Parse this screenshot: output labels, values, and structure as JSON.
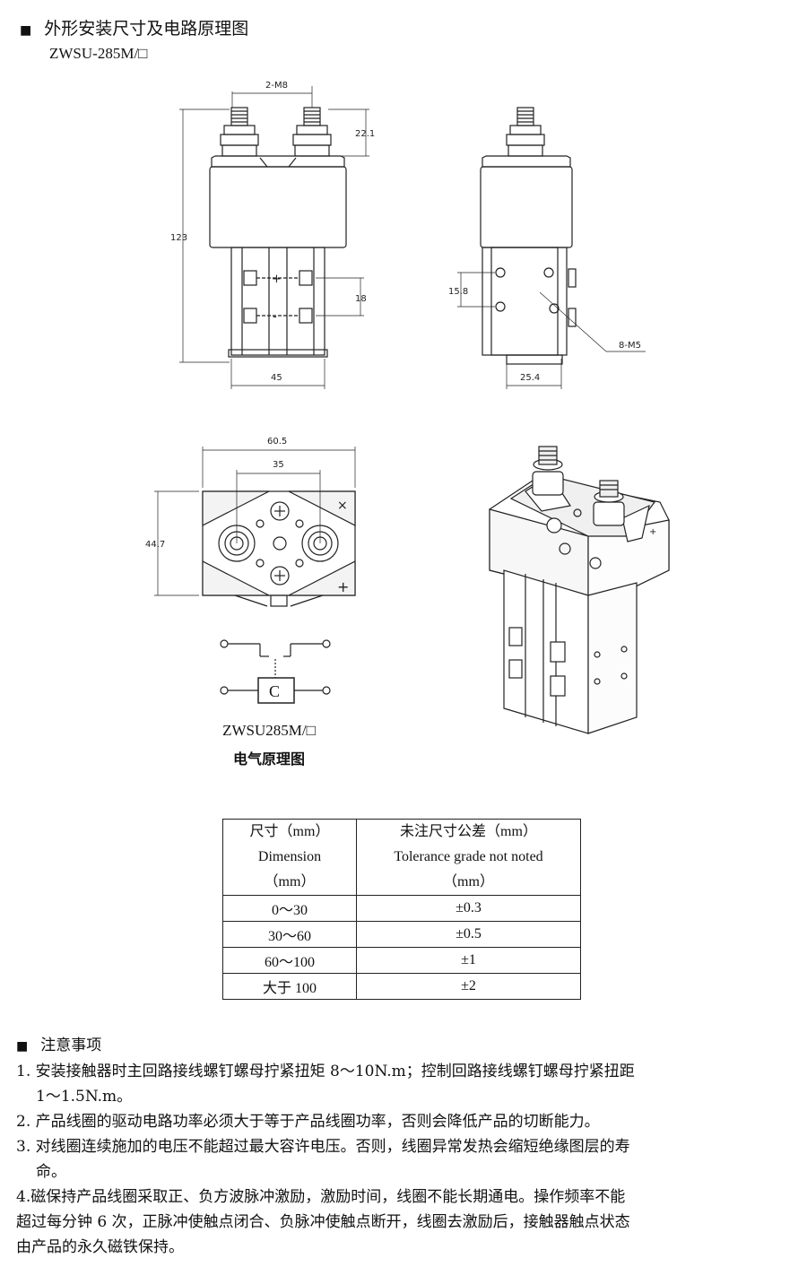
{
  "header": {
    "square": "■",
    "title": "外形安装尺寸及电路原理图",
    "model": "ZWSU-285M/□"
  },
  "dimensions": {
    "thread": "2-M8",
    "stud_height": "22.1",
    "height": "123",
    "width": "45",
    "spacing": "18",
    "side_gap": "15.8",
    "side_holes": "8-M5",
    "side_width": "25.4",
    "top_width": "60.5",
    "top_spacing": "35",
    "top_depth": "44.7"
  },
  "schematic": {
    "coil_letter": "C",
    "caption": "ZWSU285M/□",
    "subcaption": "电气原理图"
  },
  "tolerance_table": {
    "header_left": [
      "尺寸（mm）",
      "Dimension",
      "（mm）"
    ],
    "header_right": [
      "未注尺寸公差（mm）",
      "Tolerance grade not noted",
      "（mm）"
    ],
    "rows": [
      {
        "range": "0～30",
        "tol": "±0.3"
      },
      {
        "range": "30～60",
        "tol": "±0.5"
      },
      {
        "range": "60～100",
        "tol": "±1"
      },
      {
        "range": "大于 100",
        "tol": "±2"
      }
    ]
  },
  "notes": {
    "square": "■",
    "title": "注意事项",
    "items": [
      {
        "first": "1. 安装接触器时主回路接线螺钉螺母拧紧扭矩 8～10N.m；控制回路接线螺钉螺母拧紧扭距",
        "cont": "1～1.5N.m。"
      },
      {
        "first": "2. 产品线圈的驱动电路功率必须大于等于产品线圈功率，否则会降低产品的切断能力。",
        "cont": ""
      },
      {
        "first": "3. 对线圈连续施加的电压不能超过最大容许电压。否则，线圈异常发热会缩短绝缘图层的寿",
        "cont": "命。"
      }
    ],
    "item4": [
      "4.磁保持产品线圈采取正、负方波脉冲激励，激励时间，线圈不能长期通电。操作频率不能",
      "超过每分钟 6 次，正脉冲使触点闭合、负脉冲使触点断开，线圈去激励后，接触器触点状态",
      "由产品的永久磁铁保持。"
    ]
  }
}
